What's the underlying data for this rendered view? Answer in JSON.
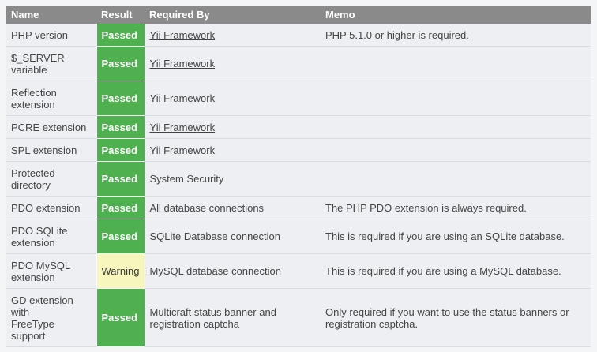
{
  "colors": {
    "header_bg": "#8a8a8a",
    "row_bg": "#edeff3",
    "passed_bg": "#4fb050",
    "warning_bg": "#f7f7bd",
    "link_color": "#434343"
  },
  "header": {
    "columns": [
      "Name",
      "Result",
      "Required By",
      "Memo"
    ]
  },
  "rows": [
    {
      "name": "PHP version",
      "result": "Passed",
      "status": "passed",
      "required_by": "Yii Framework",
      "required_by_is_link": true,
      "memo": "PHP 5.1.0 or higher is required."
    },
    {
      "name": "$_SERVER\nvariable",
      "result": "Passed",
      "status": "passed",
      "required_by": "Yii Framework",
      "required_by_is_link": true,
      "memo": ""
    },
    {
      "name": "Reflection\nextension",
      "result": "Passed",
      "status": "passed",
      "required_by": "Yii Framework",
      "required_by_is_link": true,
      "memo": ""
    },
    {
      "name": "PCRE extension",
      "result": "Passed",
      "status": "passed",
      "required_by": "Yii Framework",
      "required_by_is_link": true,
      "memo": ""
    },
    {
      "name": "SPL extension",
      "result": "Passed",
      "status": "passed",
      "required_by": "Yii Framework",
      "required_by_is_link": true,
      "memo": ""
    },
    {
      "name": "Protected\ndirectory",
      "result": "Passed",
      "status": "passed",
      "required_by": "System Security",
      "required_by_is_link": false,
      "memo": ""
    },
    {
      "name": "PDO extension",
      "result": "Passed",
      "status": "passed",
      "required_by": "All database connections",
      "required_by_is_link": false,
      "memo": "The PHP PDO extension is always required."
    },
    {
      "name": "PDO SQLite\nextension",
      "result": "Passed",
      "status": "passed",
      "required_by": "SQLite Database connection",
      "required_by_is_link": false,
      "memo": "This is required if you are using an SQLite database."
    },
    {
      "name": "PDO MySQL\nextension",
      "result": "Warning",
      "status": "warning",
      "required_by": "MySQL database connection",
      "required_by_is_link": false,
      "memo": "This is required if you are using a MySQL database."
    },
    {
      "name": "GD extension\nwith\nFreeType\nsupport",
      "result": "Passed",
      "status": "passed",
      "required_by": "Multicraft status banner and\nregistration captcha",
      "required_by_is_link": false,
      "memo": "Only required if you want to use the status banners or\nregistration captcha."
    }
  ]
}
